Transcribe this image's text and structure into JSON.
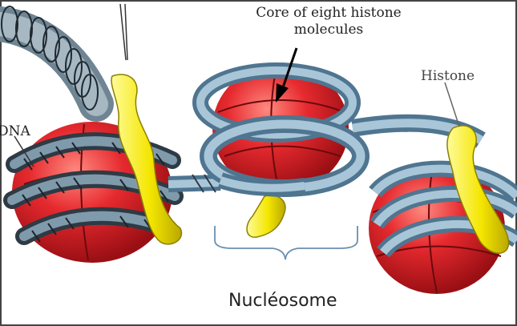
{
  "labels": {
    "core": "Core of eight histone molecules",
    "histone": "Histone",
    "dna": "DNA",
    "nucleosome": "Nucléosome"
  },
  "colors": {
    "dna_strand": "#8fb3c9",
    "dna_dark": "#2e3a44",
    "histone_core": "#e0262c",
    "histone_linker": "#f4e600",
    "bracket": "#6a8fb0"
  }
}
